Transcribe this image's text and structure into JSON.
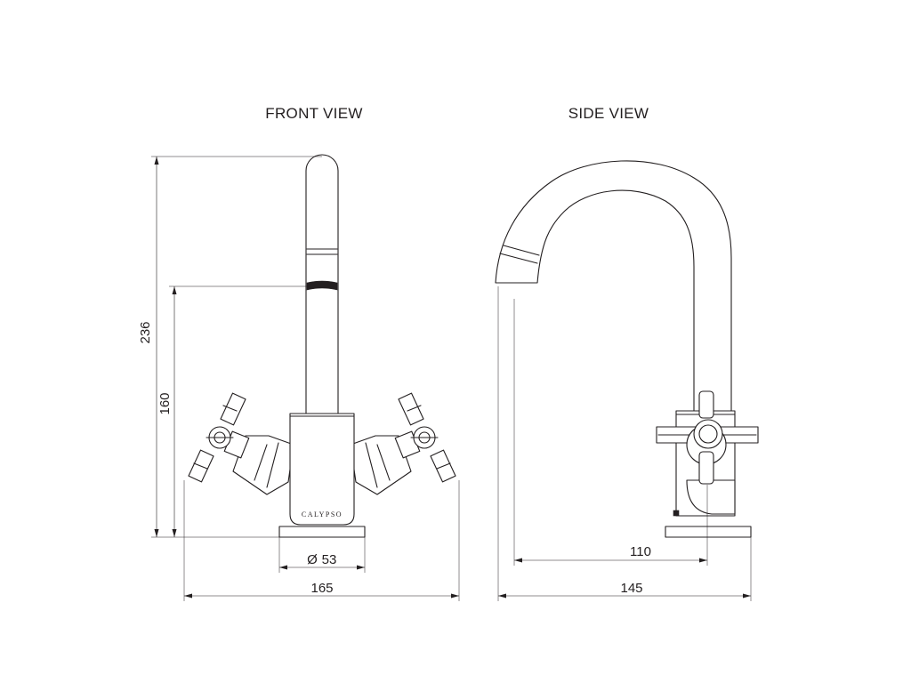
{
  "views": {
    "front": {
      "title": "FRONT VIEW"
    },
    "side": {
      "title": "SIDE VIEW"
    }
  },
  "front_dimensions": {
    "overall_height": "236",
    "spout_outlet_height": "160",
    "base_diameter": "53",
    "diameter_symbol": "Ø",
    "overall_width": "165"
  },
  "side_dimensions": {
    "spout_reach": "110",
    "overall_depth": "145"
  },
  "brand": {
    "mark": "CALYPSO"
  }
}
